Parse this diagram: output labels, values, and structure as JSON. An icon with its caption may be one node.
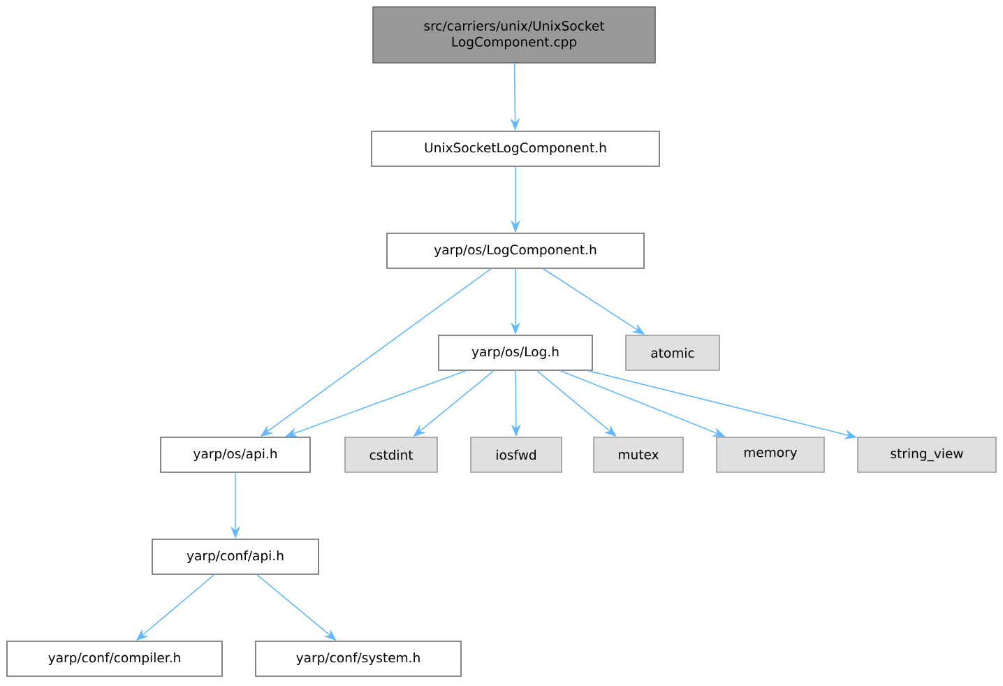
{
  "diagram": {
    "nodes": [
      {
        "text": [
          "src/carriers/unix/UnixSocket LogComponent.cpp"
        ]
      },
      {
        "text": [
          "UnixSocketLogComponent.h"
        ]
      },
      {
        "text": [
          "yarp/os/LogComponent.h"
        ]
      },
      {
        "text": [
          "yarp/os/Log.h"
        ]
      },
      {
        "text": [
          "atomic"
        ]
      },
      {
        "text": [
          "yarp/os/api.h"
        ]
      },
      {
        "text": [
          "cstdint"
        ]
      },
      {
        "text": [
          "iosfwd"
        ]
      },
      {
        "text": [
          "mutex"
        ]
      },
      {
        "text": [
          "memory"
        ]
      },
      {
        "text": [
          "string_view"
        ]
      },
      {
        "text": [
          "yarp/conf/api.h"
        ]
      },
      {
        "text": [
          "yarp/conf/compiler.h"
        ]
      },
      {
        "text": [
          "yarp/conf/system.h"
        ]
      }
    ],
    "edges": [
      {
        "from": 0,
        "to": 1,
        "arrow": "to"
      },
      {
        "from": 1,
        "to": 2,
        "arrow": "to"
      },
      {
        "from": 2,
        "to": 5,
        "arrow": "to"
      },
      {
        "from": 2,
        "to": 3,
        "arrow": "to"
      },
      {
        "from": 2,
        "to": 4,
        "arrow": "to"
      },
      {
        "from": 3,
        "to": 5,
        "arrow": "to"
      },
      {
        "from": 3,
        "to": 6,
        "arrow": "to"
      },
      {
        "from": 3,
        "to": 7,
        "arrow": "to"
      },
      {
        "from": 3,
        "to": 8,
        "arrow": "to"
      },
      {
        "from": 3,
        "to": 9,
        "arrow": "to"
      },
      {
        "from": 3,
        "to": 10,
        "arrow": "to"
      },
      {
        "from": 5,
        "to": 11,
        "arrow": "to"
      },
      {
        "from": 11,
        "to": 12,
        "arrow": "to"
      },
      {
        "from": 11,
        "to": 13,
        "arrow": "to"
      }
    ]
  }
}
